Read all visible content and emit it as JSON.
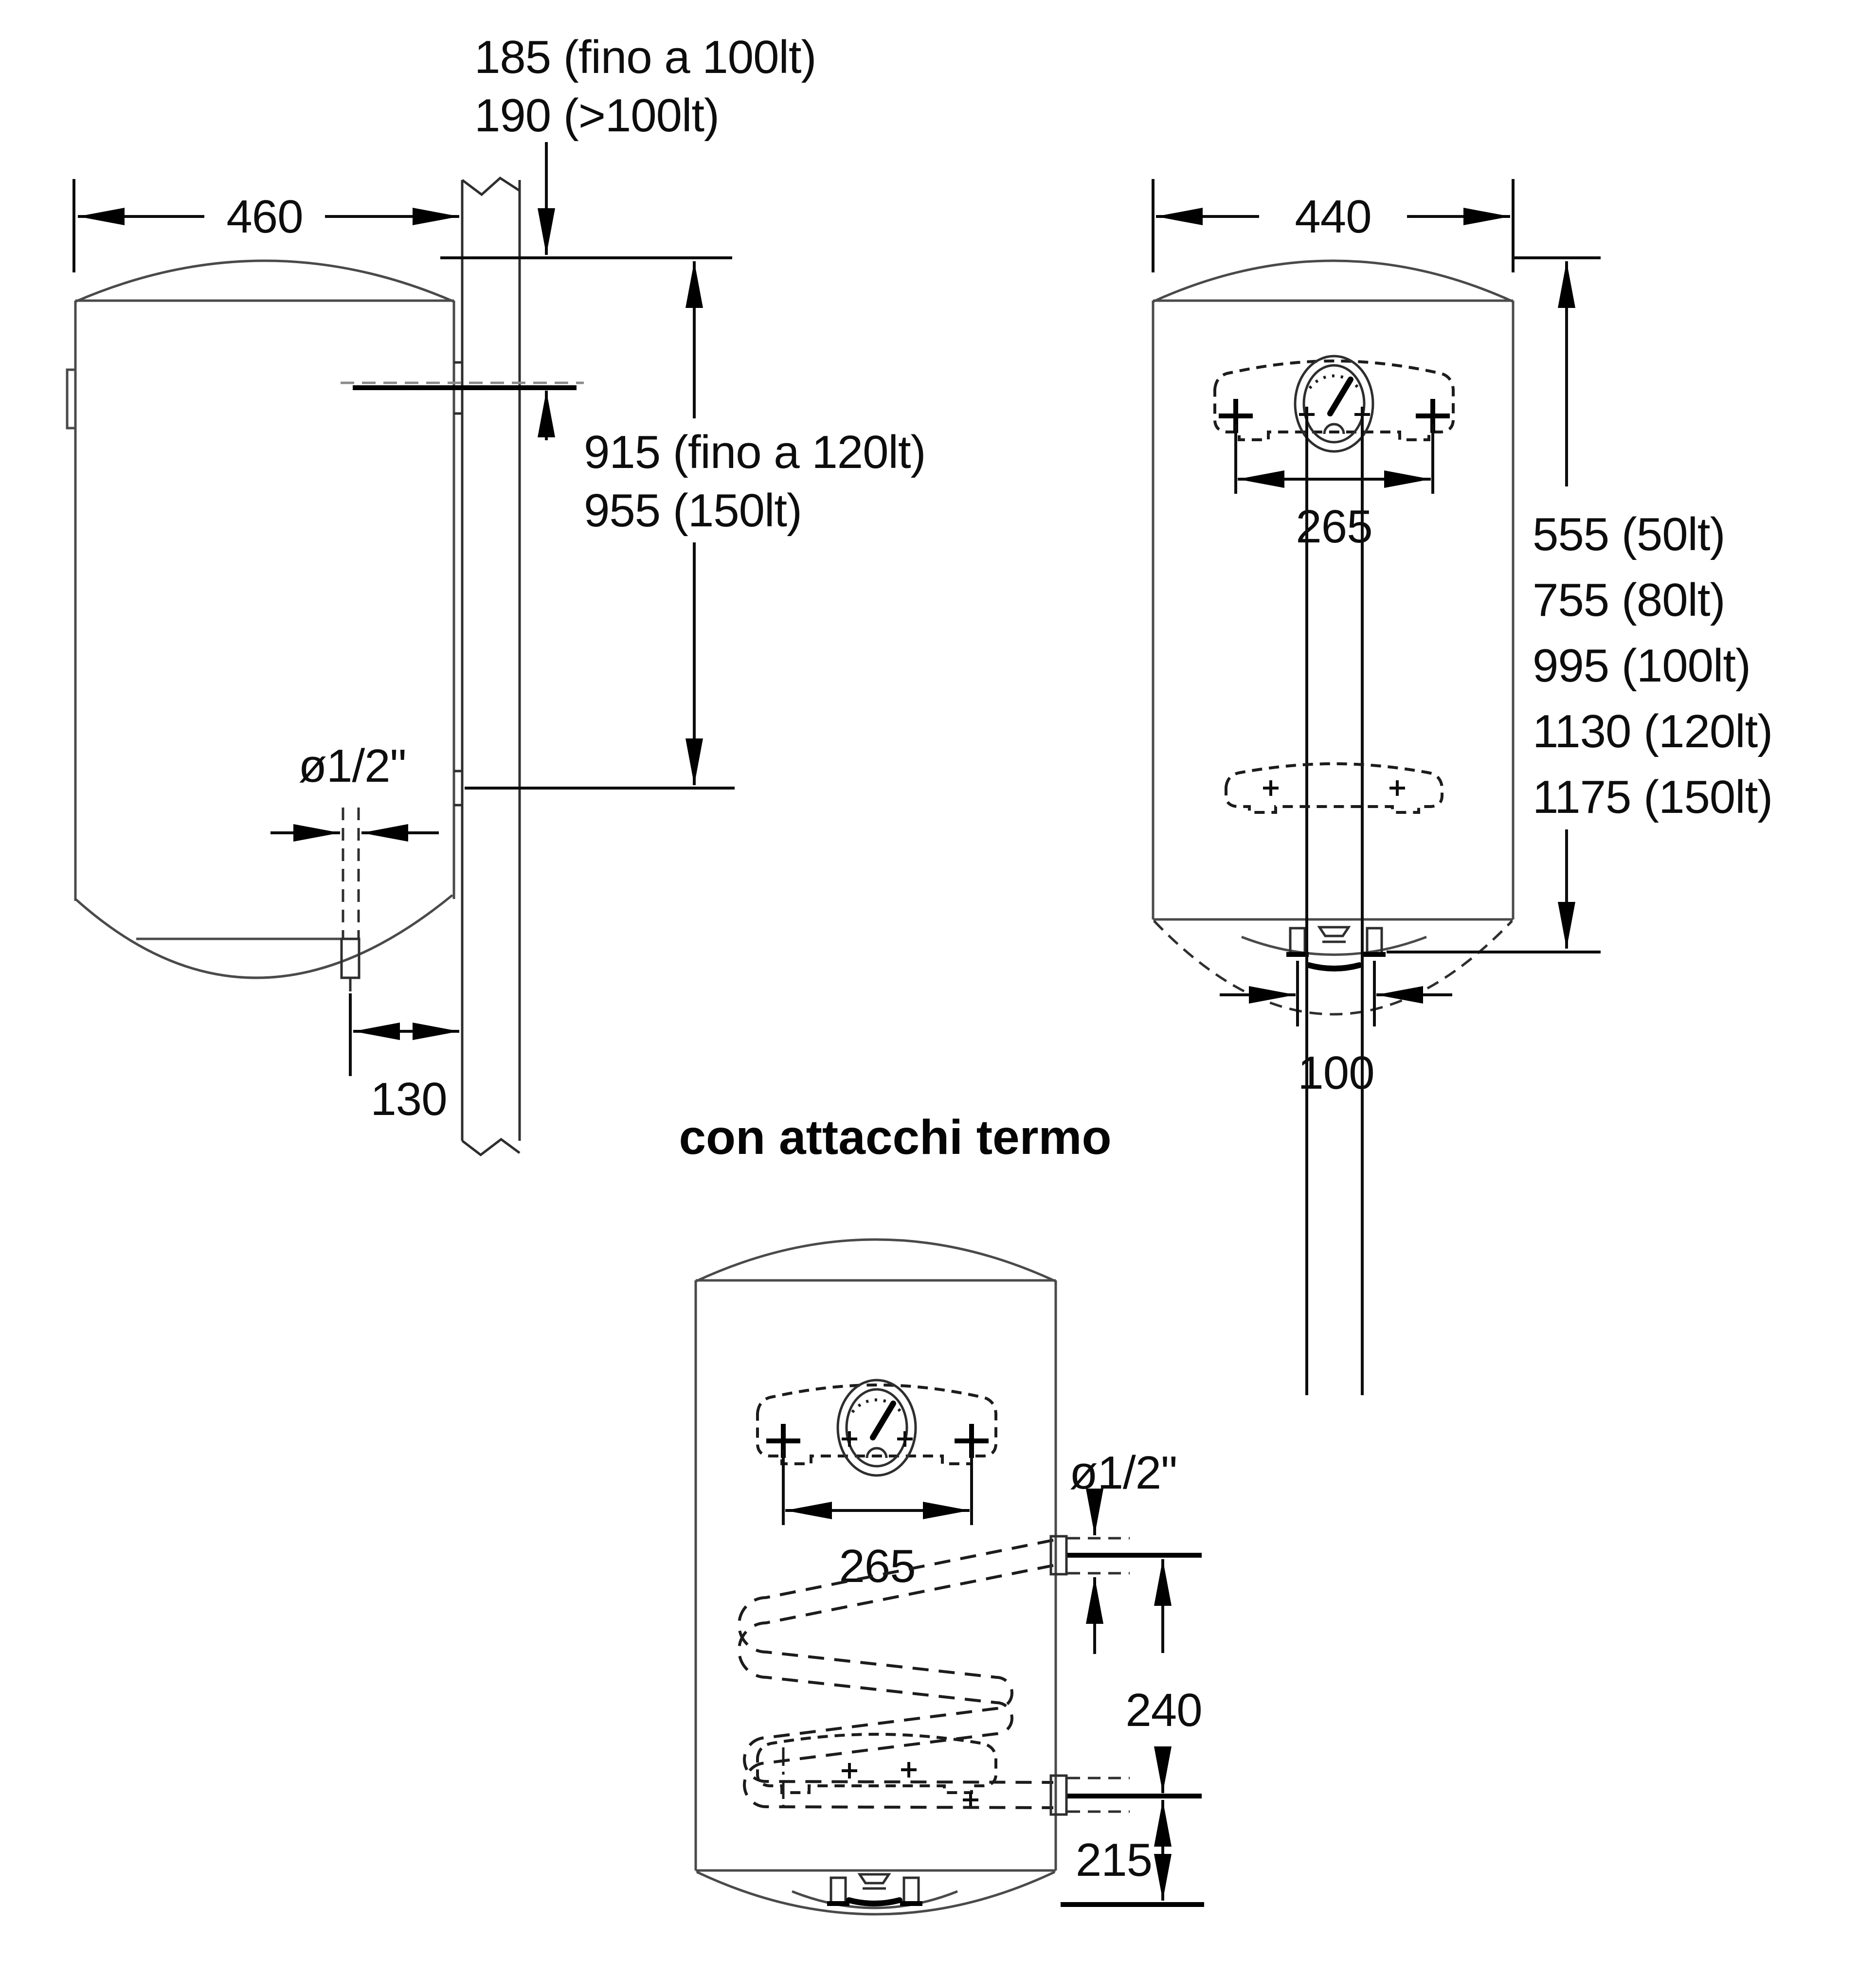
{
  "page": {
    "background": "#ffffff",
    "line_color": "#2e2e2e",
    "dimension_color": "#0d0d0d"
  },
  "side_view": {
    "wall_offset_label_line1": "185 (fino a 100lt)",
    "wall_offset_label_line2": "190 (>100lt)",
    "width_label": "460",
    "bracket_height_label_line1": "915 (fino a 120lt)",
    "bracket_height_label_line2": "955 (150lt)",
    "drain_diameter_label": "ø1/2\"",
    "drain_wall_distance_label": "130"
  },
  "front_view": {
    "width_label": "440",
    "bolt_spacing_label": "265",
    "height_labels": [
      "555 (50lt)",
      "755 (80lt)",
      "995 (100lt)",
      "1130 (120lt)",
      "1175 (150lt)"
    ],
    "feet_spacing_label": "100"
  },
  "termo_view": {
    "caption": "con attacchi termo",
    "bolt_spacing_label": "265",
    "coil_pipe_diameter_label": "ø1/2\"",
    "coil_connection_spacing_label": "240",
    "coil_lower_connection_height_label": "215"
  }
}
